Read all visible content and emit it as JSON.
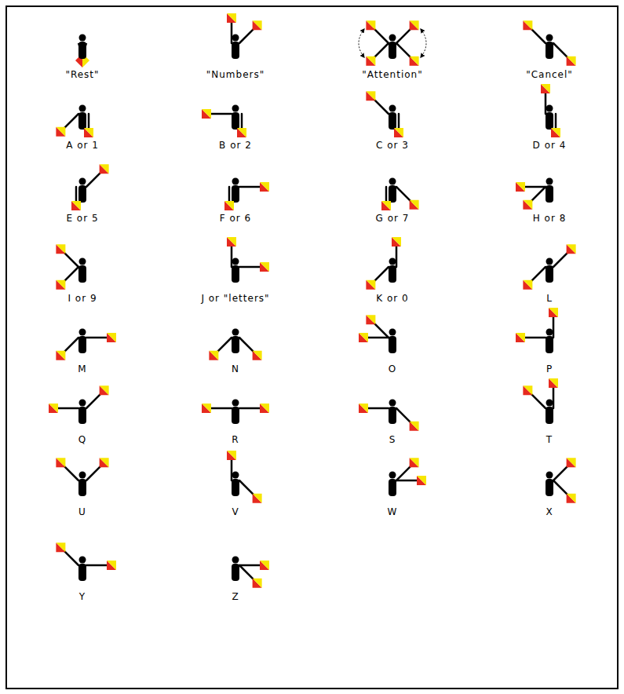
{
  "diagram": {
    "labels": [
      "\"Rest\"",
      "\"Numbers\"",
      "\"Attention\"",
      "\"Cancel\"",
      "A or 1",
      "B or 2",
      "C or 3",
      "D or 4",
      "E or 5",
      "F or 6",
      "G or 7",
      "H or 8",
      "I or 9",
      "J or \"letters\"",
      "K or 0",
      "L",
      "M",
      "N",
      "O",
      "P",
      "Q",
      "R",
      "S",
      "T",
      "U",
      "V",
      "W",
      "X",
      "Y",
      "Z"
    ]
  }
}
